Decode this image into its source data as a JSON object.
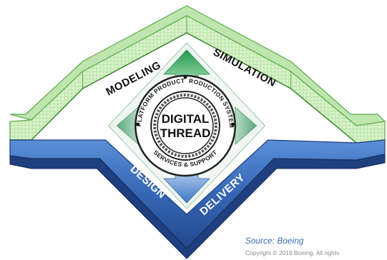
{
  "diagram": {
    "center": {
      "line1": "DIGITAL",
      "line2": "THREAD"
    },
    "ring": {
      "top_left": "PLATFORM PRODUCT",
      "top_right": "PRODUCTION SYSTEM",
      "bottom": "SERVICES & SUPPORT"
    },
    "bands": {
      "modeling": "MODELING",
      "simulation": "SIMULATION",
      "design": "DESIGN",
      "delivery": "DELIVERY"
    },
    "icons": [
      "arrow-up-icon",
      "arrow-down-icon",
      "arrow-left-icon",
      "arrow-right-icon",
      "rope-ring-icon"
    ],
    "colors": {
      "green_band": "#cfeec0",
      "green_stroke": "#5aaa4a",
      "blue_band": "#3f6fc0",
      "blue_dark": "#1f3f7e",
      "arrow_green": "#2fae5a",
      "arrow_blue": "#4f86cc",
      "source_text": "#3a6fb4"
    }
  },
  "footer": {
    "source": "Source: Boeing",
    "copyright": "Copyright © 2018 Boeing. All rights"
  }
}
